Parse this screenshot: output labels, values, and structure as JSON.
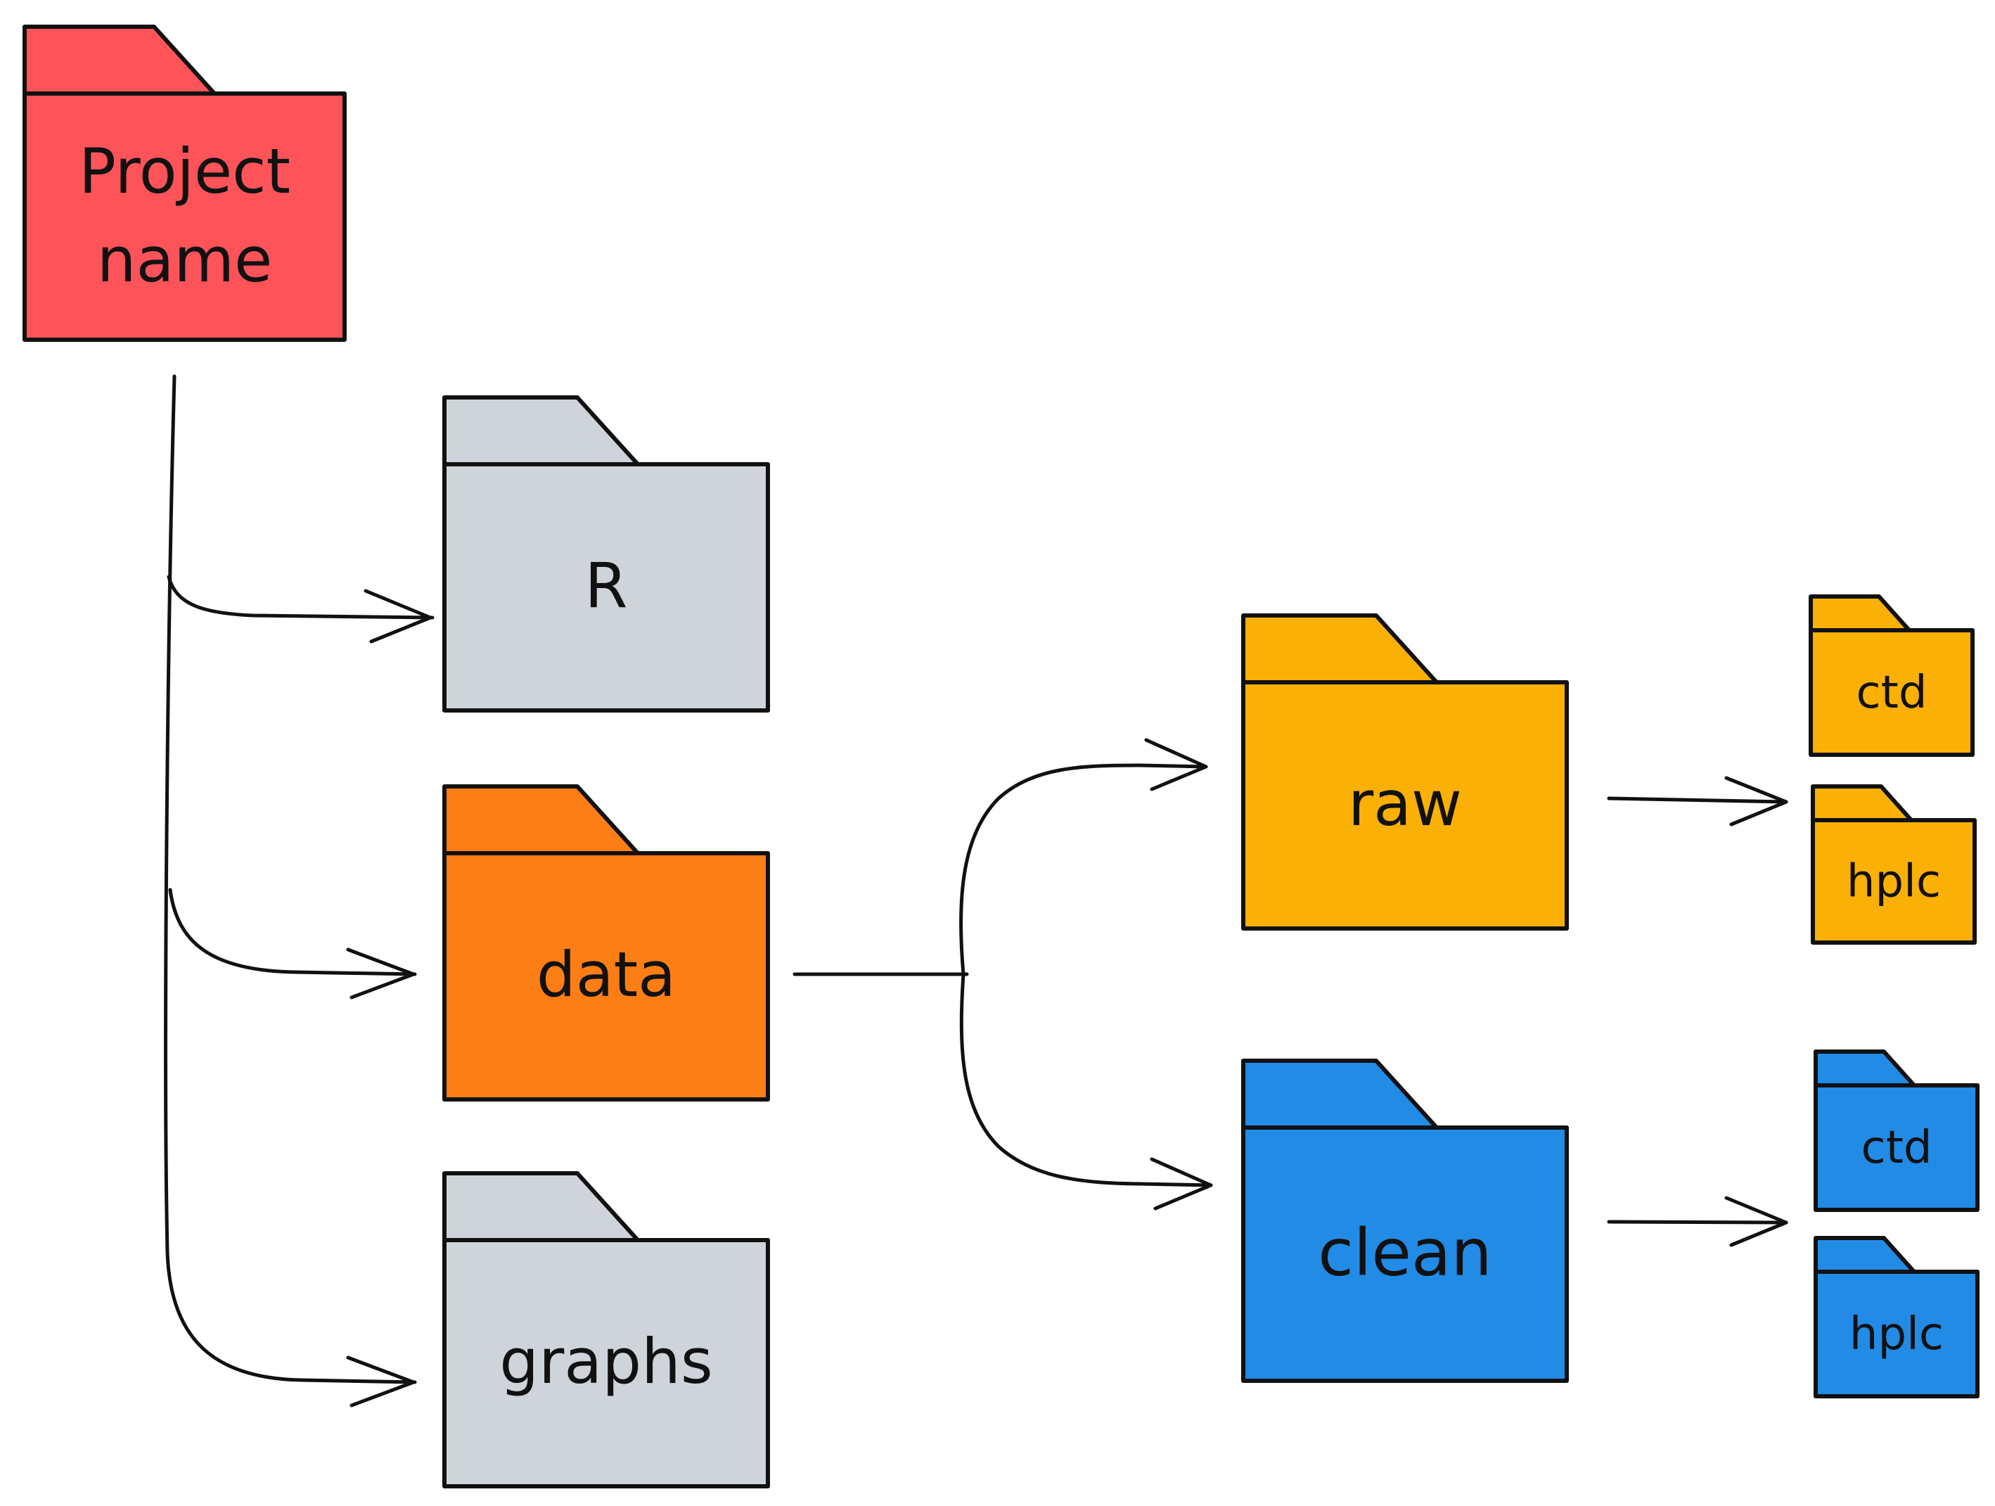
{
  "folders": {
    "project": {
      "label_line1": "Project",
      "label_line2": "name",
      "color": "#fd5359"
    },
    "r": {
      "label": "R",
      "color": "#cfd4da"
    },
    "data": {
      "label": "data",
      "color": "#fd7e14"
    },
    "graphs": {
      "label": "graphs",
      "color": "#cfd4da"
    },
    "raw": {
      "label": "raw",
      "color": "#fab005"
    },
    "clean": {
      "label": "clean",
      "color": "#228be6"
    },
    "raw_ctd": {
      "label": "ctd",
      "color": "#fab005"
    },
    "raw_hplc": {
      "label": "hplc",
      "color": "#fab005"
    },
    "clean_ctd": {
      "label": "ctd",
      "color": "#228be6"
    },
    "clean_hplc": {
      "label": "hplc",
      "color": "#228be6"
    }
  }
}
